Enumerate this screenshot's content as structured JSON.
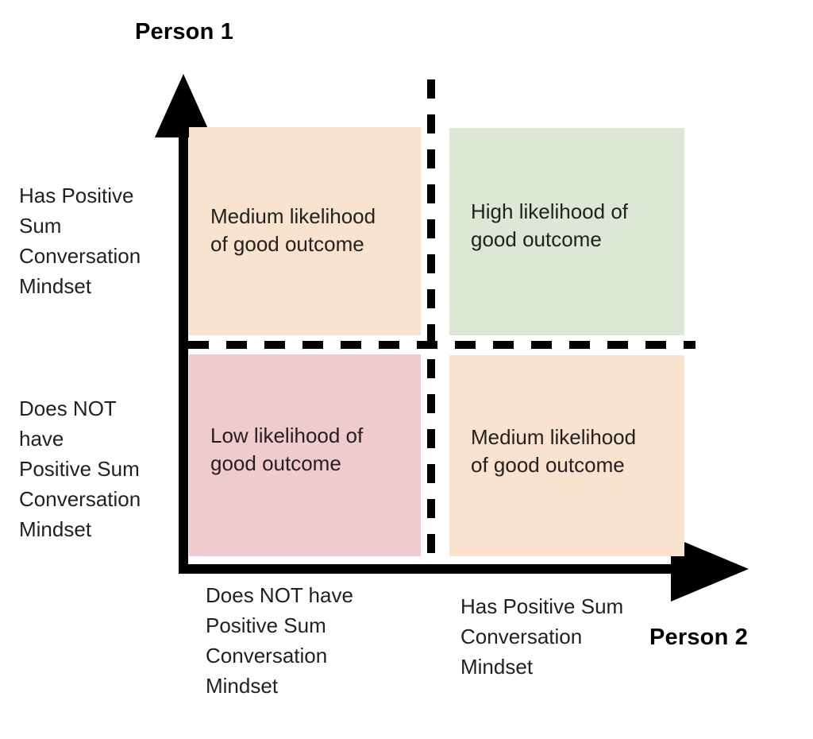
{
  "diagram": {
    "type": "2x2-matrix",
    "axes": {
      "y": {
        "title": "Person 1",
        "arrow": "up-arrow-icon",
        "high_label": "Has Positive\nSum\nConversation\nMindset",
        "low_label": "Does NOT\nhave\nPositive Sum\nConversation\nMindset"
      },
      "x": {
        "title": "Person 2",
        "arrow": "right-arrow-icon",
        "low_label": "Does NOT have\nPositive Sum\nConversation\nMindset",
        "high_label": "Has Positive Sum\nConversation\nMindset"
      }
    },
    "quadrants": [
      {
        "id": "top-left",
        "text": "Medium likelihood\nof good outcome",
        "level": "Medium",
        "color": "#F9E3CE"
      },
      {
        "id": "top-right",
        "text": "High likelihood of\ngood outcome",
        "level": "High",
        "color": "#DDE7D5"
      },
      {
        "id": "bottom-left",
        "text": "Low likelihood of\ngood outcome",
        "level": "Low",
        "color": "#F0CBCE"
      },
      {
        "id": "bottom-right",
        "text": "Medium likelihood\nof good outcome",
        "level": "Medium",
        "color": "#F9E3CE"
      }
    ],
    "colors": {
      "background": "#FFFFFF",
      "axis": "#000000",
      "divider": "#000000",
      "text": "#231F20",
      "medium": "#F9E3CE",
      "high": "#DDE7D5",
      "low": "#F0CBCE"
    }
  }
}
